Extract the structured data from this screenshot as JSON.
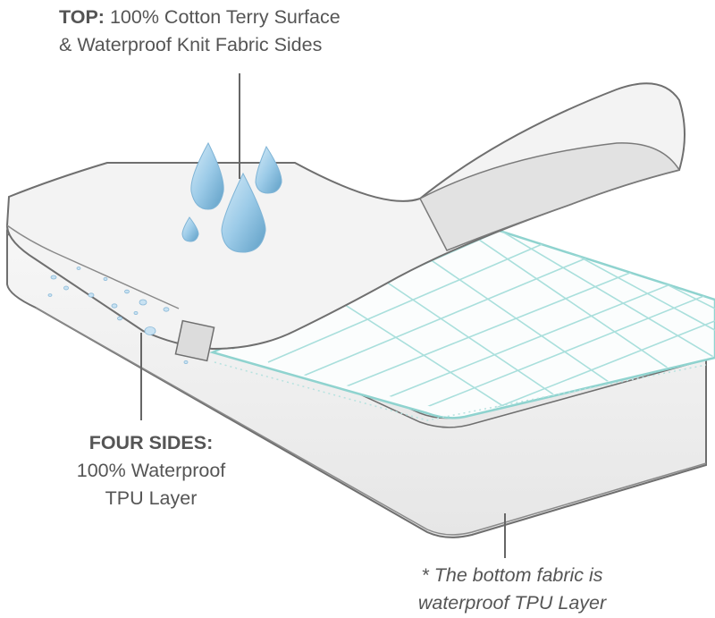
{
  "callouts": {
    "top": {
      "heading": "TOP:",
      "line1": "100% Cotton Terry Surface",
      "line2": "& Waterproof Knit Fabric Sides"
    },
    "sides": {
      "heading": "FOUR SIDES:",
      "line1": "100% Waterproof",
      "line2": "TPU Layer"
    },
    "bottom": {
      "line1": "* The bottom fabric is",
      "line2": "waterproof TPU Layer"
    }
  },
  "colors": {
    "text": "#555555",
    "protector": "#f2f2f2",
    "outline": "#6f6f6f",
    "water": "#9ccbe8",
    "quilt": "#8fd3cf"
  }
}
